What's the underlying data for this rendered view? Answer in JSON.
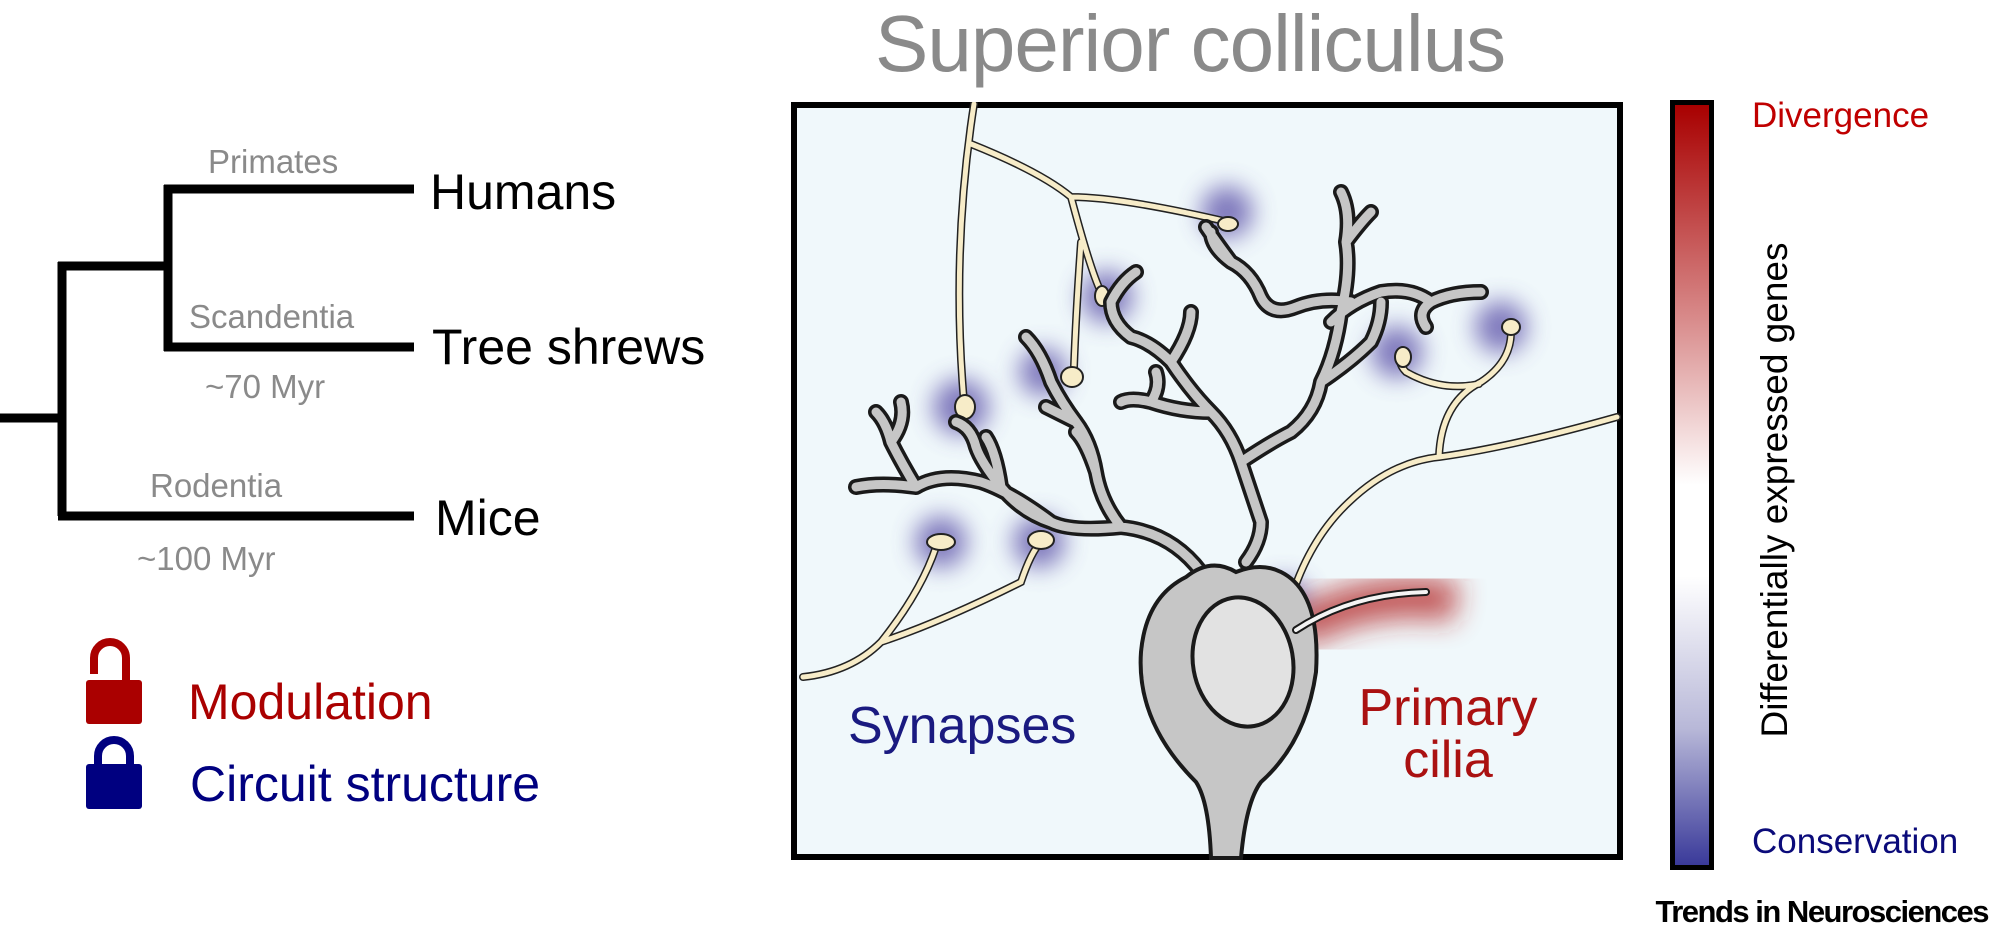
{
  "title": "Superior colliculus",
  "phylogeny": {
    "taxa": [
      {
        "name": "Humans",
        "clade": "Primates"
      },
      {
        "name": "Tree shrews",
        "clade": "Scandentia"
      },
      {
        "name": "Mice",
        "clade": "Rodentia"
      }
    ],
    "divergence_times": [
      "~70 Myr",
      "~100 Myr"
    ]
  },
  "legend": {
    "items": [
      {
        "label": "Modulation",
        "icon": "unlocked-padlock-icon",
        "color": "#aa0000"
      },
      {
        "label": "Circuit structure",
        "icon": "locked-padlock-icon",
        "color": "#000080"
      }
    ]
  },
  "illustration": {
    "labels": {
      "synapses": "Synapses",
      "cilia_line1": "Primary",
      "cilia_line2": "cilia"
    },
    "colors": {
      "background": "#f0f8fb",
      "neuron": "#c6c6c6",
      "axon": "#f7ecc8",
      "synapse_glow": "#5a4fa8",
      "cilia_glow": "#b22222"
    }
  },
  "color_scale": {
    "top_label": "Divergence",
    "bottom_label": "Conservation",
    "axis_label": "Differentially expressed genes",
    "top_color": "#a80000",
    "mid_color": "#ffffff",
    "bottom_color": "#3a3a9a"
  },
  "journal": "Trends in Neurosciences"
}
